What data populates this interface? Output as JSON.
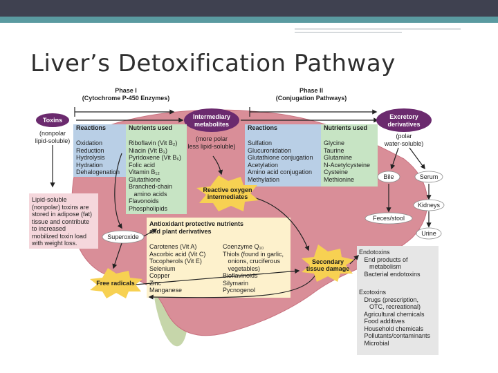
{
  "slide": {
    "title": "Liver’s Detoxification Pathway"
  },
  "diagram": {
    "phase1_header": "Phase I\n(Cytochrome P-450 Enzymes)",
    "phase2_header": "Phase II\n(Conjugation Pathways)",
    "toxins_label": "Toxins",
    "toxins_desc": "(nonpolar\nlipid-soluble)",
    "intermediary_label": "Intermediary\nmetabolites",
    "intermediary_desc": "(more polar\nless lipid-soluble)",
    "excretory_label": "Excretory\nderivatives",
    "excretory_desc": "(polar\nwater-soluble)",
    "phase1_reactions_title": "Reactions",
    "phase1_reactions": "Oxidation\nReduction\nHydrolysis\nHydration\nDehalogenation",
    "phase1_nutrients_title": "Nutrients used",
    "phase1_nutrients": "Riboflavin (Vit B₂)\nNiacin (Vit B₃)\nPyridoxene (Vit B₆)\nFolic acid\nVitamin B₁₂\nGlutathione\nBranched-chain\n   amino acids\nFlavonoids\nPhospholipids",
    "phase2_reactions_title": "Reactions",
    "phase2_reactions": "Sulfation\nGlucuronidation\nGlutathione conjugation\nAcetylation\nAmino acid conjugation\nMethylation",
    "phase2_nutrients_title": "Nutrients used",
    "phase2_nutrients": "Glycine\nTaurine\nGlutamine\nN-Acetylcysteine\nCysteine\nMethionine",
    "reactive_oxygen": "Reactive oxygen\nintermediates",
    "lipid_note": "Lipid-soluble\n(nonpolar) toxins are\nstored in adipose (fat)\ntissue and contribute\nto increased\nmobilized toxin load\nwith weight loss.",
    "superoxide": "Superoxide",
    "free_radicals": "Free radicals",
    "antioxidant_title": "Antioxidant protective nutrients\nand plant derivatives",
    "antioxidant_col1": "Carotenes (Vit A)\nAscorbic acid (Vit C)\nTocopherols (Vit E)\nSelenium\nCopper\nZinc\nManganese",
    "antioxidant_col2": "Coenzyme Q₁₀\nThiols (found in garlic,\n   onions, cruciferous\n   vegetables)\nBioflavinoids\nSilymarin\nPycnogenol",
    "secondary_damage": "Secondary\ntissue damage",
    "bile": "Bile",
    "serum": "Serum",
    "kidneys": "Kidneys",
    "feces": "Feces/stool",
    "urine": "Urine",
    "endotoxins_text": "Endotoxins\n   End products of\n      metabolism\n   Bacterial endotoxins",
    "exotoxins_text": "Exotoxins\n   Drugs (prescription,\n      OTC, recreational)\n   Agricultural chemicals\n   Food additives\n   Household chemicals\n   Pollutants/contaminants\n   Microbial"
  },
  "colors": {
    "topbar": "#3f4150",
    "accent_teal": "#5a9aa0",
    "liver": "#d98e98",
    "liver_dark": "#c8707e",
    "lobe": "#c6d6aa",
    "purple": "#6b2a6e",
    "blue_box": "#b9cfe6",
    "green_box": "#c7e4c4",
    "cream_box": "#fdf1cc",
    "burst": "#f7d152"
  }
}
